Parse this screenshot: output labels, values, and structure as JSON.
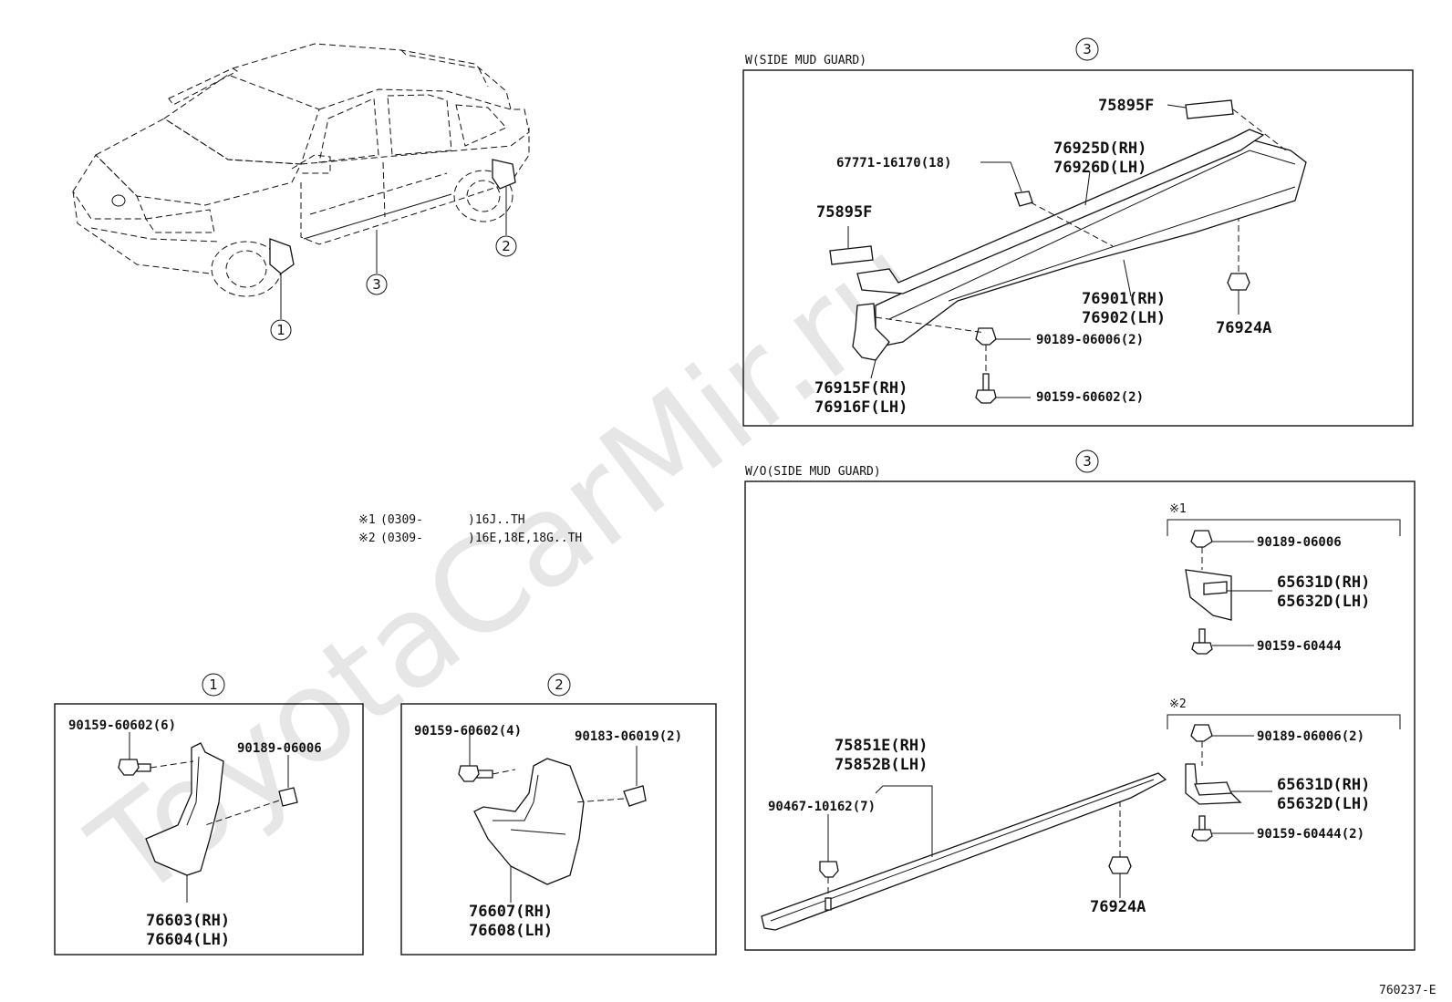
{
  "watermark": "ToyotaCarMir.ru",
  "footer_code": "760237-E",
  "callouts": {
    "c1": "1",
    "c2": "2",
    "c3": "3"
  },
  "notes": [
    {
      "mark": "※1",
      "code": "(0309-",
      "models": ")16J..TH"
    },
    {
      "mark": "※2",
      "code": "(0309-",
      "models": ")16E,18E,18G..TH"
    }
  ],
  "with_guard": {
    "header": "W(SIDE MUD GUARD)",
    "parts": {
      "p75895f_top": "75895F",
      "p75895f_left": "75895F",
      "p67771": "67771-16170(18)",
      "p76925d": "76925D(RH)",
      "p76926d": "76926D(LH)",
      "p76901": "76901(RH)",
      "p76902": "76902(LH)",
      "p76924a": "76924A",
      "p90189": "90189-06006(2)",
      "p90159": "90159-60602(2)",
      "p76915f": "76915F(RH)",
      "p76916f": "76916F(LH)"
    }
  },
  "without_guard": {
    "header": "W/O(SIDE MUD GUARD)",
    "mark1": "※1",
    "mark2": "※2",
    "parts": {
      "a90189": "90189-06006",
      "a65631d": "65631D(RH)",
      "a65632d": "65632D(LH)",
      "a90159": "90159-60444",
      "b90189": "90189-06006(2)",
      "b65631d": "65631D(RH)",
      "b65632d": "65632D(LH)",
      "b90159": "90159-60444(2)",
      "p75851e": "75851E(RH)",
      "p75852b": "75852B(LH)",
      "p90467": "90467-10162(7)",
      "p76924a": "76924A"
    }
  },
  "front_guard": {
    "parts": {
      "p90159": "90159-60602(6)",
      "p90189": "90189-06006",
      "p76603": "76603(RH)",
      "p76604": "76604(LH)"
    }
  },
  "rear_guard": {
    "parts": {
      "p90159": "90159-60602(4)",
      "p90183": "90183-06019(2)",
      "p76607": "76607(RH)",
      "p76608": "76608(LH)"
    }
  }
}
